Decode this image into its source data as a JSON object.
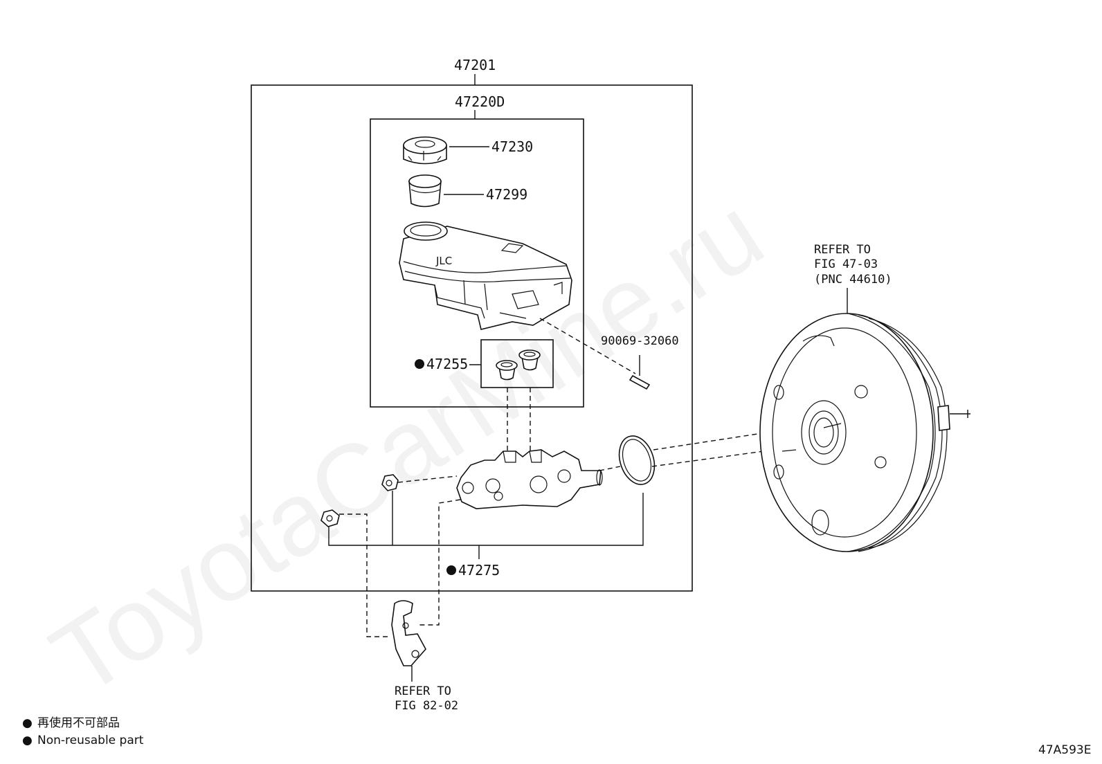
{
  "watermark": "ToyotaCarMine.ru",
  "callouts": {
    "assembly": "47201",
    "sub_assembly": "47220D",
    "cap": "47230",
    "strainer": "47299",
    "grommet": "47255",
    "pin": "90069-32060",
    "kit": "47275"
  },
  "refs": {
    "booster": [
      "REFER TO",
      "FIG 47-03",
      "(PNC 44610)"
    ],
    "bracket": [
      "REFER TO",
      "FIG 82-02"
    ]
  },
  "legend": {
    "symbol": "●",
    "ja": "再使用不可部品",
    "en": "Non-reusable part"
  },
  "figure_code": "47A593E"
}
